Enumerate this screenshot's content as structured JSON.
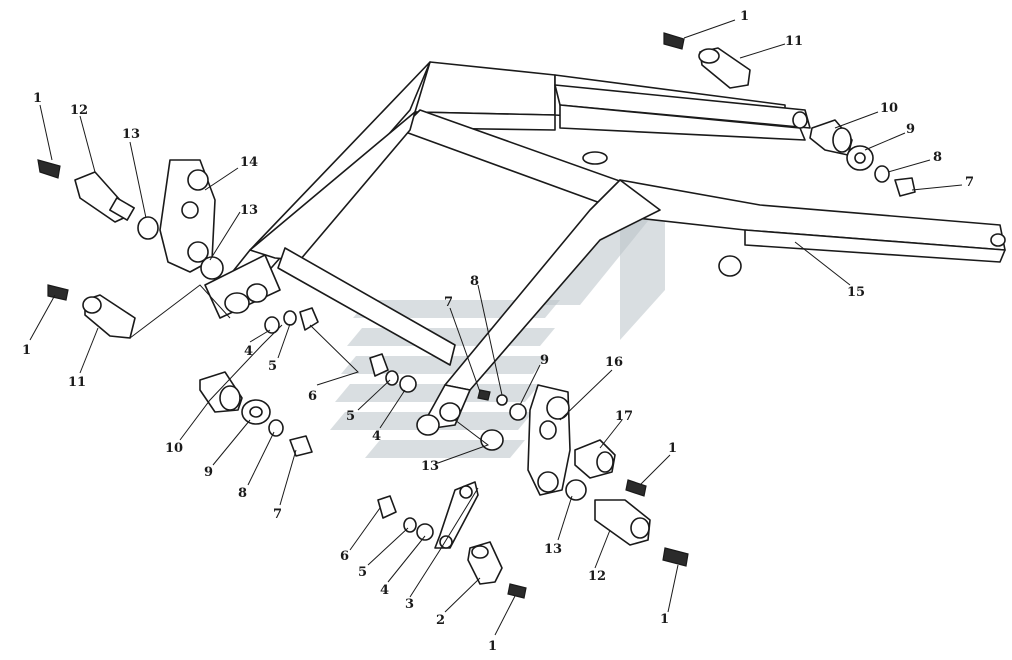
{
  "diagram": {
    "type": "exploded-assembly-drawing",
    "callout_labels": [
      {
        "id": "c1a",
        "text": "1"
      },
      {
        "id": "c11a",
        "text": "11"
      },
      {
        "id": "c10a",
        "text": "10"
      },
      {
        "id": "c9a",
        "text": "9"
      },
      {
        "id": "c8a",
        "text": "8"
      },
      {
        "id": "c7a",
        "text": "7"
      },
      {
        "id": "c15",
        "text": "15"
      },
      {
        "id": "c1b",
        "text": "1"
      },
      {
        "id": "c12a",
        "text": "12"
      },
      {
        "id": "c13a",
        "text": "13"
      },
      {
        "id": "c14",
        "text": "14"
      },
      {
        "id": "c13b",
        "text": "13"
      },
      {
        "id": "c1c",
        "text": "1"
      },
      {
        "id": "c11b",
        "text": "11"
      },
      {
        "id": "c4a",
        "text": "4"
      },
      {
        "id": "c5a",
        "text": "5"
      },
      {
        "id": "c6a",
        "text": "6"
      },
      {
        "id": "c8b",
        "text": "8"
      },
      {
        "id": "c7b",
        "text": "7"
      },
      {
        "id": "c9b",
        "text": "9"
      },
      {
        "id": "c5b",
        "text": "5"
      },
      {
        "id": "c4b",
        "text": "4"
      },
      {
        "id": "c10b",
        "text": "10"
      },
      {
        "id": "c9c",
        "text": "9"
      },
      {
        "id": "c8c",
        "text": "8"
      },
      {
        "id": "c7c",
        "text": "7"
      },
      {
        "id": "c13c",
        "text": "13"
      },
      {
        "id": "c16",
        "text": "16"
      },
      {
        "id": "c17",
        "text": "17"
      },
      {
        "id": "c1d",
        "text": "1"
      },
      {
        "id": "c13d",
        "text": "13"
      },
      {
        "id": "c12b",
        "text": "12"
      },
      {
        "id": "c1e",
        "text": "1"
      },
      {
        "id": "c6b",
        "text": "6"
      },
      {
        "id": "c5c",
        "text": "5"
      },
      {
        "id": "c4c",
        "text": "4"
      },
      {
        "id": "c3",
        "text": "3"
      },
      {
        "id": "c2",
        "text": "2"
      },
      {
        "id": "c1f",
        "text": "1"
      }
    ]
  }
}
